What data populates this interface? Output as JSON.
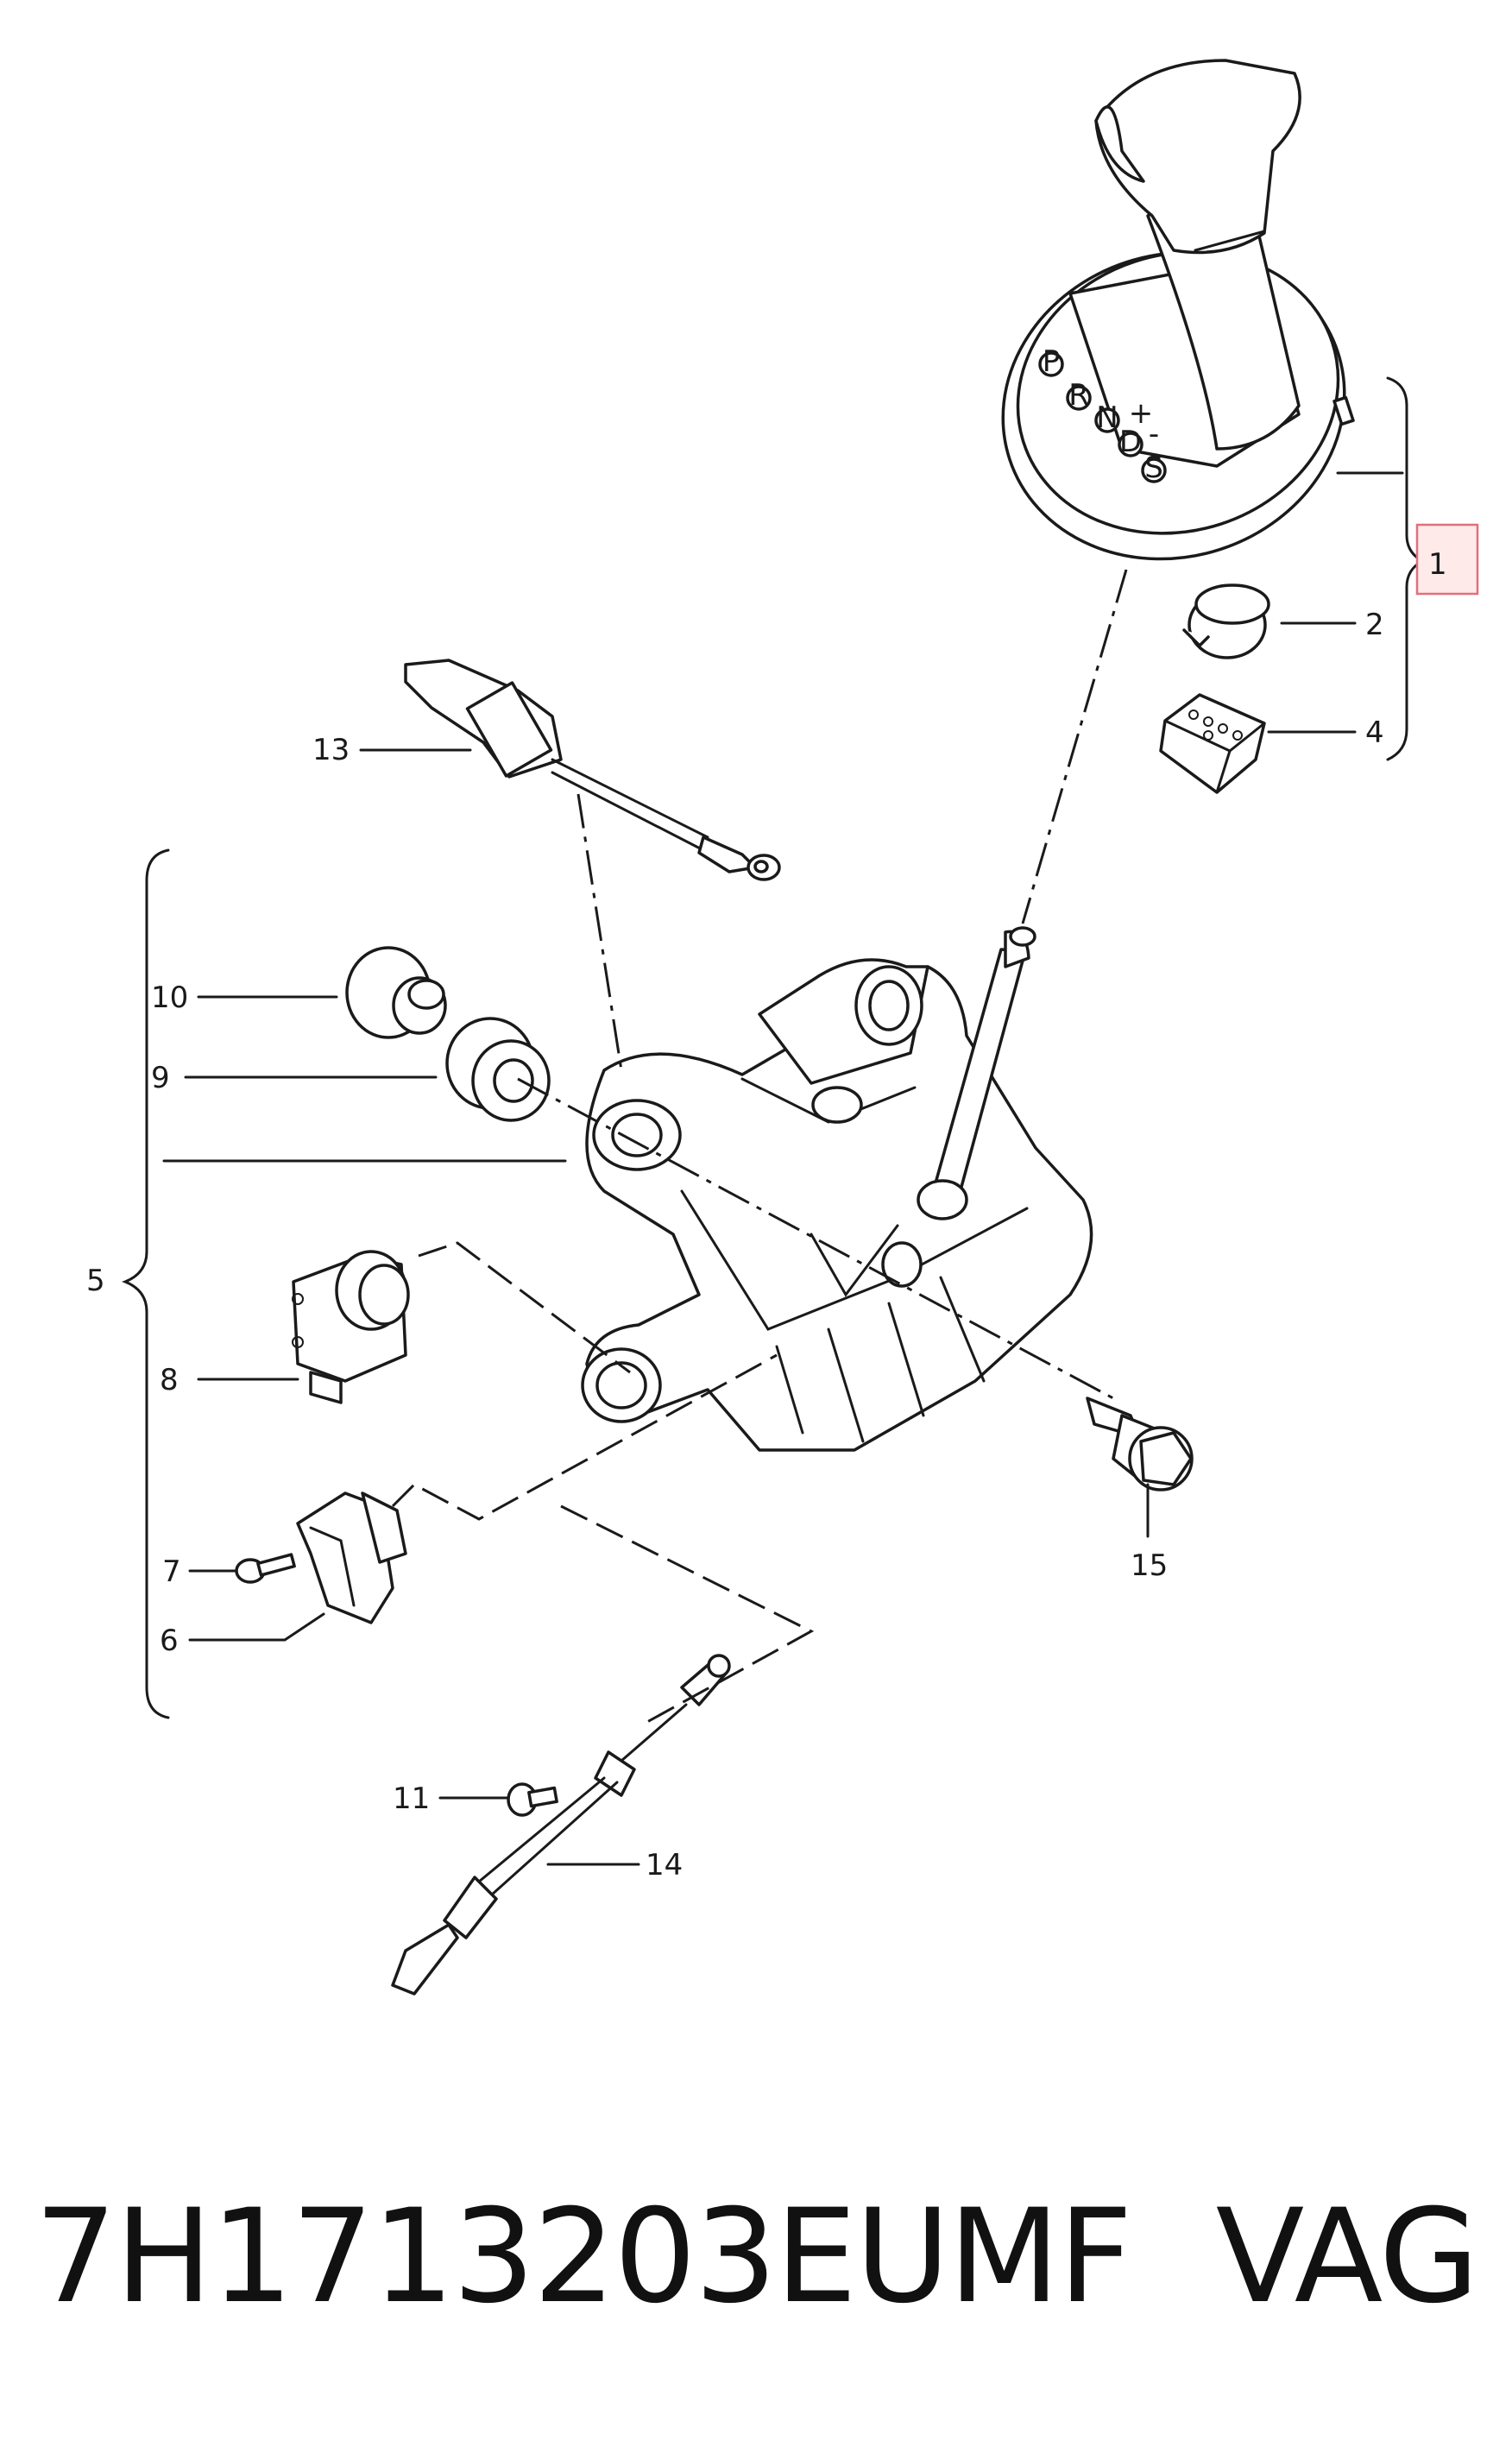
{
  "callouts": [
    {
      "id": "1",
      "label": "1"
    },
    {
      "id": "2",
      "label": "2"
    },
    {
      "id": "4",
      "label": "4"
    },
    {
      "id": "5",
      "label": "5"
    },
    {
      "id": "6",
      "label": "6"
    },
    {
      "id": "7",
      "label": "7"
    },
    {
      "id": "8",
      "label": "8"
    },
    {
      "id": "9",
      "label": "9"
    },
    {
      "id": "10",
      "label": "10"
    },
    {
      "id": "11",
      "label": "11"
    },
    {
      "id": "13",
      "label": "13"
    },
    {
      "id": "14",
      "label": "14"
    },
    {
      "id": "15",
      "label": "15"
    }
  ],
  "gear_letters": [
    "P",
    "R",
    "N",
    "D",
    "S",
    "+",
    "-"
  ],
  "caption": {
    "part_number": "7H1713203EUMF",
    "brand": "VAG"
  },
  "colors": {
    "ink": "#1a1a1a",
    "highlight_fill": "#ffeaea",
    "highlight_stroke": "#e0707a"
  }
}
